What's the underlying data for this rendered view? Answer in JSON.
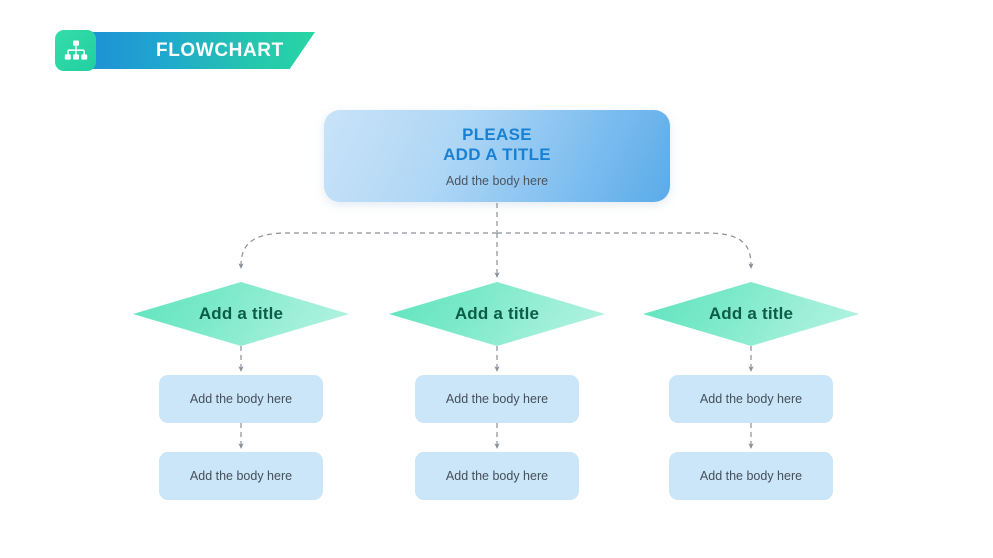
{
  "header": {
    "icon_name": "org-chart-icon",
    "title": "FLOWCHART",
    "icon_color": "#2ad3a3",
    "ribbon_gradient_start": "#1f8fd6",
    "ribbon_gradient_end": "#27d6a4"
  },
  "root": {
    "title_line1": "PLEASE",
    "title_line2": "ADD A TITLE",
    "subtitle": "Add the body here",
    "title_color": "#1981d4",
    "fill_start": "#c9e3f8",
    "fill_end": "#5aabe9"
  },
  "branches": [
    {
      "diamond_label": "Add a title",
      "body1": "Add the body here",
      "body2": "Add the body here"
    },
    {
      "diamond_label": "Add a title",
      "body1": "Add the body here",
      "body2": "Add the body here"
    },
    {
      "diamond_label": "Add a title",
      "body1": "Add the body here",
      "body2": "Add the body here"
    }
  ],
  "style": {
    "diamond_fill_start": "#5fe3bd",
    "diamond_fill_end": "#b6f3e2",
    "diamond_text_color": "#0c5d47",
    "body_box_fill": "#cbe5f9",
    "body_text_color": "#454f5a",
    "connector_color": "#8a8f96"
  }
}
